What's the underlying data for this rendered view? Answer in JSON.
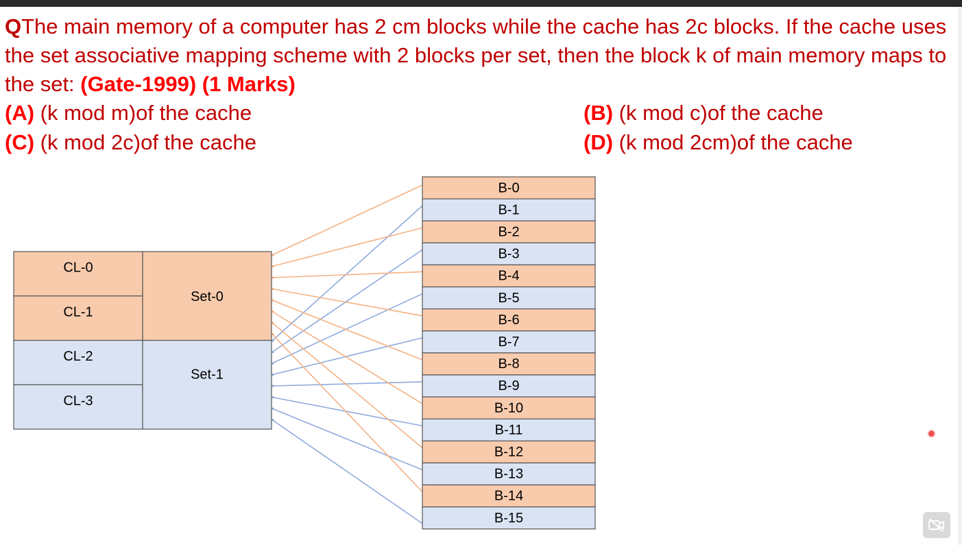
{
  "question": {
    "q_mark": "Q",
    "text": "The main memory of a computer has 2 cm blocks while the cache has 2c blocks. If the cache uses the set associative mapping scheme with 2 blocks per set, then the block k of main memory maps to the set: ",
    "source": "(Gate-1999) (1 Marks)"
  },
  "options": [
    {
      "label": "(A)",
      "text": " (k mod m)of the cache"
    },
    {
      "label": "(B)",
      "text": " (k mod c)of the cache"
    },
    {
      "label": "(C)",
      "text": " (k mod 2c)of the cache"
    },
    {
      "label": "(D)",
      "text": " (k mod 2cm)of the cache"
    }
  ],
  "cache_lines": [
    "CL-0",
    "CL-1",
    "CL-2",
    "CL-3"
  ],
  "sets": [
    "Set-0",
    "Set-1"
  ],
  "blocks": [
    "B-0",
    "B-1",
    "B-2",
    "B-3",
    "B-4",
    "B-5",
    "B-6",
    "B-7",
    "B-8",
    "B-9",
    "B-10",
    "B-11",
    "B-12",
    "B-13",
    "B-14",
    "B-15"
  ],
  "colors": {
    "set0_fill": "#f8cbad",
    "set1_fill": "#dae3f3",
    "orange_line": "#f4b183",
    "blue_line": "#8faadc",
    "question_text": "#c00000",
    "label_red": "#ff0000"
  },
  "icons": {
    "camera": "video-off-icon",
    "dot": "record-dot-icon"
  }
}
